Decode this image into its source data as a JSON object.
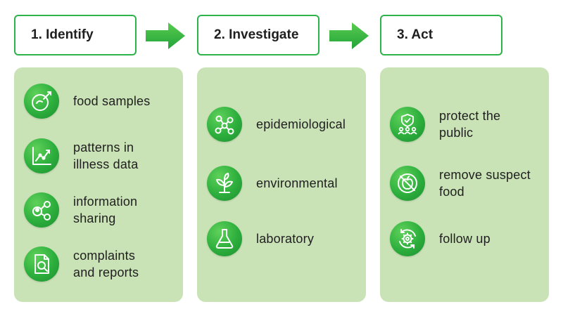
{
  "colors": {
    "accent": "#2eb24a",
    "panel": "#c9e2b6",
    "icon": "#2cae3c"
  },
  "steps": [
    {
      "title": "1. Identify",
      "items": [
        {
          "label": "food samples",
          "icon": "petri-dish-icon"
        },
        {
          "label": "patterns in\nillness data",
          "icon": "line-chart-icon"
        },
        {
          "label": "information\nsharing",
          "icon": "network-share-icon"
        },
        {
          "label": "complaints\nand reports",
          "icon": "report-search-icon"
        }
      ]
    },
    {
      "title": "2. Investigate",
      "items": [
        {
          "label": "epidemiological",
          "icon": "molecule-icon"
        },
        {
          "label": "environmental",
          "icon": "plant-icon"
        },
        {
          "label": "laboratory",
          "icon": "flask-icon"
        }
      ]
    },
    {
      "title": "3. Act",
      "items": [
        {
          "label": "protect the\npublic",
          "icon": "shield-people-icon"
        },
        {
          "label": "remove suspect\nfood",
          "icon": "no-apple-icon"
        },
        {
          "label": "follow up",
          "icon": "gear-cycle-icon"
        }
      ]
    }
  ]
}
